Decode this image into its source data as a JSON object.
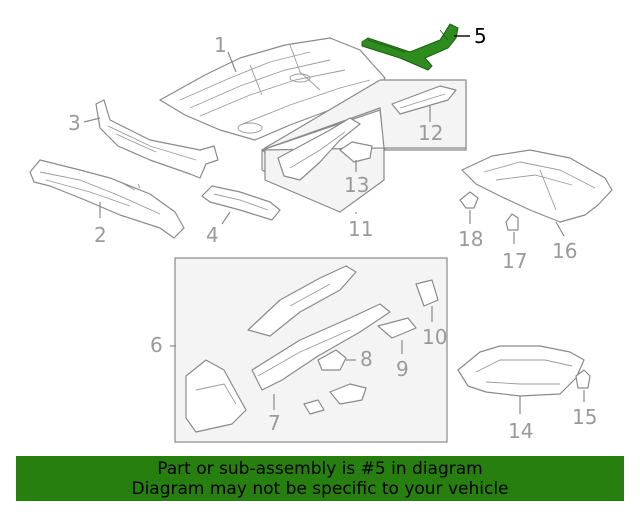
{
  "diagram": {
    "highlight_color": "#2e8b1e",
    "callouts": [
      "1",
      "2",
      "3",
      "4",
      "5",
      "6",
      "7",
      "8",
      "9",
      "10",
      "11",
      "12",
      "13",
      "14",
      "15",
      "16",
      "17",
      "18"
    ]
  },
  "banner": {
    "line1": "Part or sub-assembly is #5 in diagram",
    "line2": "Diagram may not be specific to your vehicle",
    "background": "#267f0f"
  }
}
